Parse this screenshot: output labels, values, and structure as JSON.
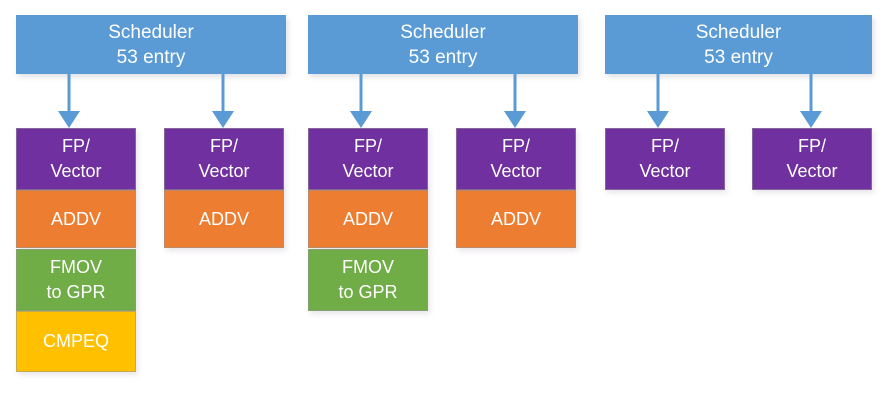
{
  "diagram": {
    "type": "block-diagram",
    "title": "",
    "colors": {
      "scheduler": "#5B9BD5",
      "fp_vector": "#7030A0",
      "addv": "#ED7D31",
      "fmov": "#70AD47",
      "cmpeq": "#FFC000",
      "arrow": "#5B9BD5",
      "text": "#FFFFFF",
      "background": "#FFFFFF"
    },
    "groups": [
      {
        "id": "group-1",
        "scheduler": {
          "line1": "Scheduler",
          "line2": "53 entry"
        },
        "columns": [
          {
            "id": "g1-col-1",
            "blocks": [
              {
                "id": "fp-vector",
                "line1": "FP/",
                "line2": "Vector",
                "color": "purple"
              },
              {
                "id": "addv",
                "line1": "ADDV",
                "line2": "",
                "color": "orange"
              },
              {
                "id": "fmov-to-gpr",
                "line1": "FMOV",
                "line2": "to GPR",
                "color": "green"
              },
              {
                "id": "cmpeq",
                "line1": "CMPEQ",
                "line2": "",
                "color": "yellow"
              }
            ]
          },
          {
            "id": "g1-col-2",
            "blocks": [
              {
                "id": "fp-vector",
                "line1": "FP/",
                "line2": "Vector",
                "color": "purple"
              },
              {
                "id": "addv",
                "line1": "ADDV",
                "line2": "",
                "color": "orange"
              }
            ]
          }
        ]
      },
      {
        "id": "group-2",
        "scheduler": {
          "line1": "Scheduler",
          "line2": "53 entry"
        },
        "columns": [
          {
            "id": "g2-col-1",
            "blocks": [
              {
                "id": "fp-vector",
                "line1": "FP/",
                "line2": "Vector",
                "color": "purple"
              },
              {
                "id": "addv",
                "line1": "ADDV",
                "line2": "",
                "color": "orange"
              },
              {
                "id": "fmov-to-gpr",
                "line1": "FMOV",
                "line2": "to GPR",
                "color": "green"
              }
            ]
          },
          {
            "id": "g2-col-2",
            "blocks": [
              {
                "id": "fp-vector",
                "line1": "FP/",
                "line2": "Vector",
                "color": "purple"
              },
              {
                "id": "addv",
                "line1": "ADDV",
                "line2": "",
                "color": "orange"
              }
            ]
          }
        ]
      },
      {
        "id": "group-3",
        "scheduler": {
          "line1": "Scheduler",
          "line2": "53 entry"
        },
        "columns": [
          {
            "id": "g3-col-1",
            "blocks": [
              {
                "id": "fp-vector",
                "line1": "FP/",
                "line2": "Vector",
                "color": "purple"
              }
            ]
          },
          {
            "id": "g3-col-2",
            "blocks": [
              {
                "id": "fp-vector",
                "line1": "FP/",
                "line2": "Vector",
                "color": "purple"
              }
            ]
          }
        ]
      }
    ]
  }
}
